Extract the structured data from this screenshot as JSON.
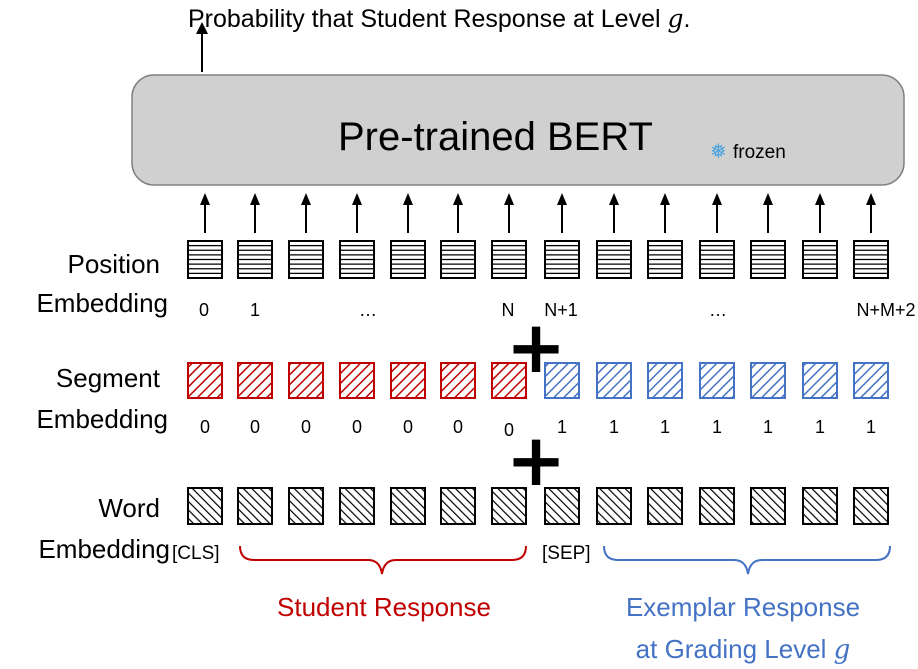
{
  "output_label": "Probability that Student Response at Level ",
  "output_var": "g",
  "output_period": ".",
  "bert_label": "Pre-trained BERT",
  "frozen_label": "frozen",
  "snowflake_glyph": "❅",
  "rows": {
    "position": {
      "label_top": "Position",
      "label_bottom": "Embedding"
    },
    "segment": {
      "label_top": "Segment",
      "label_bottom": "Embedding"
    },
    "word": {
      "label_top": "Word",
      "label_bottom": "Embedding"
    }
  },
  "plus_glyph": "+",
  "position_indices": [
    "0",
    "1",
    "…",
    "N",
    "N+1",
    "…",
    "N+M+2"
  ],
  "segment_indices": [
    "0",
    "0",
    "0",
    "0",
    "0",
    "0",
    "0",
    "1",
    "1",
    "1",
    "1",
    "1",
    "1",
    "1"
  ],
  "special_tokens": {
    "cls": "[CLS]",
    "sep": "[SEP]"
  },
  "student_label": "Student Response",
  "exemplar_label_line1": "Exemplar Response",
  "exemplar_label_line2": "at Grading Level ",
  "exemplar_var": "g",
  "colors": {
    "student": "#c00000",
    "exemplar": "#4472c4",
    "box_fill": "#d0d0d0",
    "stroke": "#000000"
  }
}
